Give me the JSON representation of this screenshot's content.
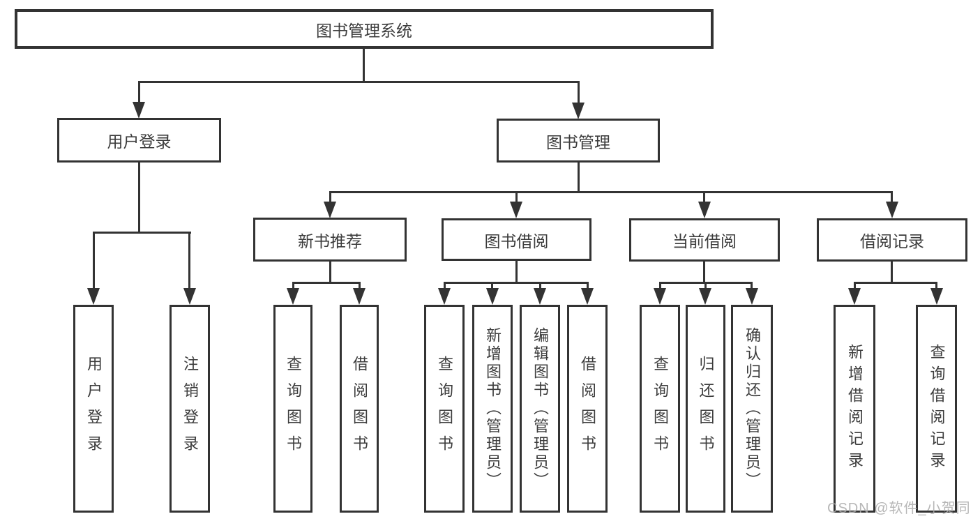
{
  "colors": {
    "line": "#333333",
    "text": "#3c3c3c",
    "background": "#ffffff",
    "watermark": "#ababab"
  },
  "tree": {
    "root": {
      "label": "图书管理系统"
    },
    "login": {
      "label": "用户登录",
      "children": [
        "用户登录",
        "注销登录"
      ]
    },
    "management": {
      "label": "图书管理"
    },
    "sections": [
      {
        "label": "新书推荐",
        "children": [
          "查询图书",
          "借阅图书"
        ]
      },
      {
        "label": "图书借阅",
        "children": [
          "查询图书",
          "新增图书（管理员）",
          "编辑图书（管理员）",
          "借阅图书"
        ]
      },
      {
        "label": "当前借阅",
        "children": [
          "查询图书",
          "归还图书",
          "确认归还（管理员）"
        ]
      },
      {
        "label": "借阅记录",
        "children": [
          "新增借阅记录",
          "查询借阅记录"
        ]
      }
    ]
  },
  "watermark": {
    "text": "CSDN @软件_小贺同学"
  }
}
